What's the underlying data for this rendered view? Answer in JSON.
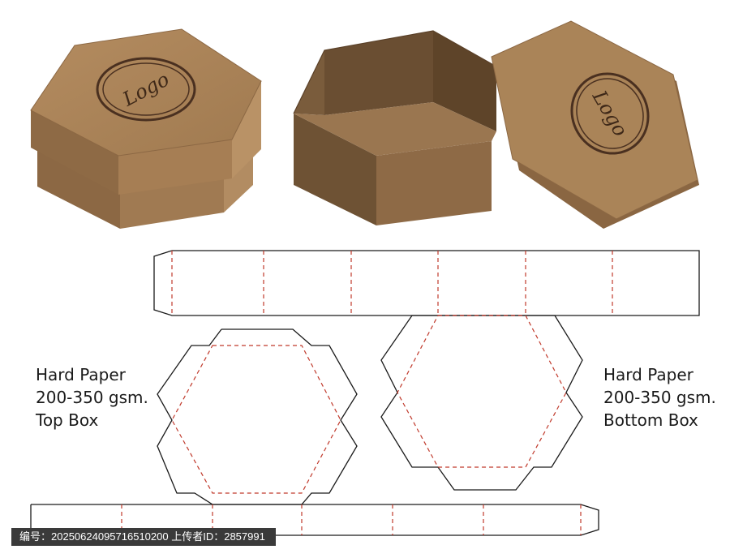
{
  "illustration": {
    "logo_text": "Logo",
    "top_box_spec": {
      "material": "Hard Paper",
      "weight": "200-350 gsm.",
      "part": "Top Box"
    },
    "bottom_box_spec": {
      "material": "Hard Paper",
      "weight": "200-350 gsm.",
      "part": "Bottom Box"
    }
  },
  "footer": {
    "label": "编号：20250624095716510200 上传者ID：2857991"
  },
  "colors": {
    "kraft_top": "#a98256",
    "kraft_side": "#8c6844",
    "kraft_dark": "#6e5236",
    "kraft_inner": "#7a5c3c",
    "cut_line": "#1a1a1a",
    "fold_line": "#c0392b"
  }
}
